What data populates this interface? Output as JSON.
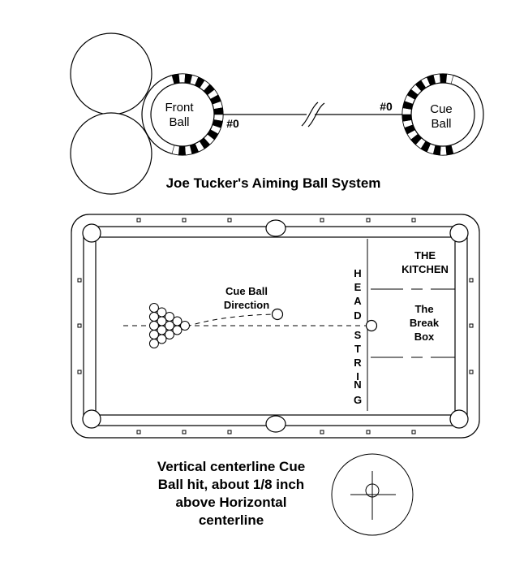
{
  "aiming": {
    "front_ball_line1": "Front",
    "front_ball_line2": "Ball",
    "cue_ball_line1": "Cue",
    "cue_ball_line2": "Ball",
    "front_marker": "#0",
    "cue_marker": "#0",
    "title": "Joe Tucker's Aiming Ball System"
  },
  "table": {
    "cue_ball_direction_line1": "Cue Ball",
    "cue_ball_direction_line2": "Direction",
    "head_string_letters": [
      "H",
      "E",
      "A",
      "D",
      "S",
      "T",
      "R",
      "I",
      "N",
      "G"
    ],
    "kitchen_line1": "THE",
    "kitchen_line2": "KITCHEN",
    "break_box_line1": "The",
    "break_box_line2": "Break",
    "break_box_line3": "Box"
  },
  "caption": {
    "line1": "Vertical centerline Cue",
    "line2": "Ball hit, about 1/8 inch",
    "line3": "above Horizontal",
    "line4": "centerline"
  },
  "colors": {
    "ink": "#000000",
    "background": "#ffffff"
  }
}
